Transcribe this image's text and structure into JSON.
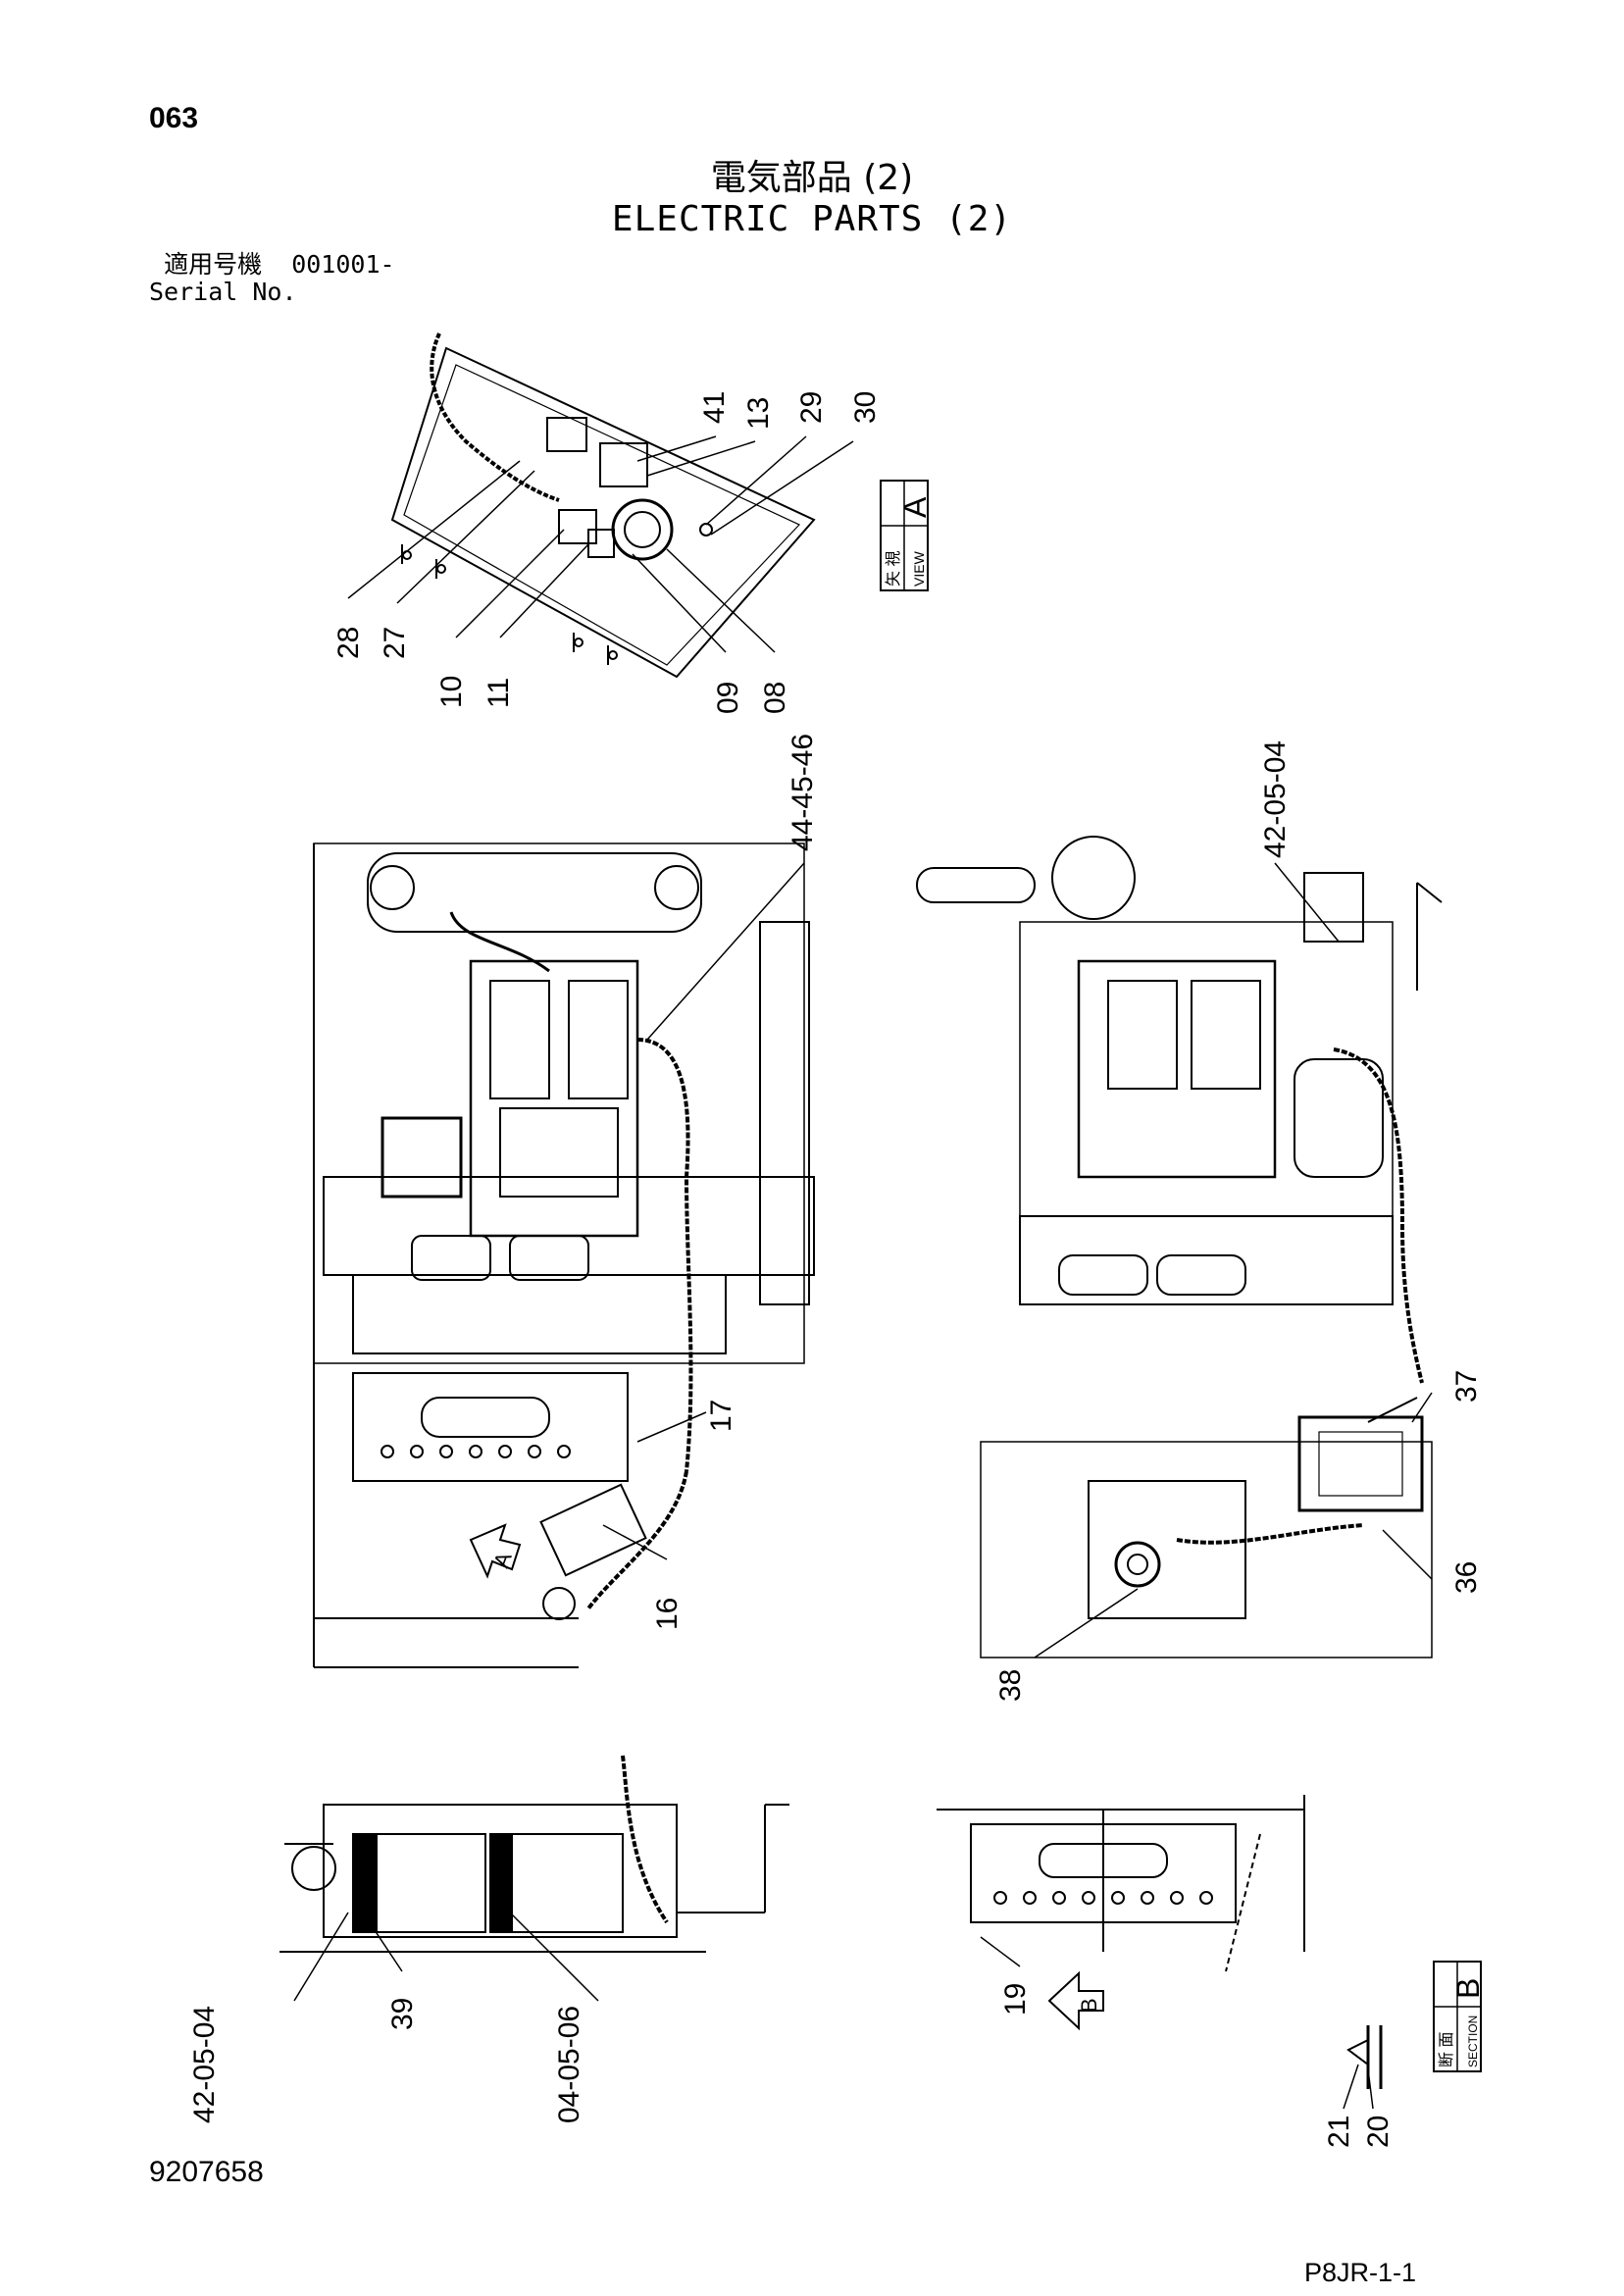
{
  "header": {
    "page_number": "063",
    "title_jp": "電気部品 (2)",
    "title_en": "ELECTRIC PARTS (2)",
    "serial_label_jp": "適用号機",
    "serial_value": "001001-",
    "serial_label_en": "Serial No."
  },
  "views": {
    "view_a": {
      "letter": "A",
      "label_jp": "矢 視",
      "label_en": "VIEW"
    },
    "section_b": {
      "letter": "B",
      "label_jp": "断 面",
      "label_en": "SECTION"
    },
    "arrow_a_letter": "A",
    "arrow_b_letter": "B"
  },
  "callouts": {
    "c41": "41",
    "c13": "13",
    "c29": "29",
    "c30": "30",
    "c28": "28",
    "c27": "27",
    "c10": "10",
    "c11": "11",
    "c09": "09",
    "c08": "08",
    "c44_45_46": "44-45-46",
    "c42_05_04_top": "42-05-04",
    "c17": "17",
    "c16": "16",
    "c37": "37",
    "c36": "36",
    "c38": "38",
    "c42_05_04_bottom": "42-05-04",
    "c39": "39",
    "c04_05_06": "04-05-06",
    "c19": "19",
    "c21": "21",
    "c20": "20"
  },
  "footer": {
    "document_code": "9207658",
    "page_code": "P8JR-1-1"
  }
}
